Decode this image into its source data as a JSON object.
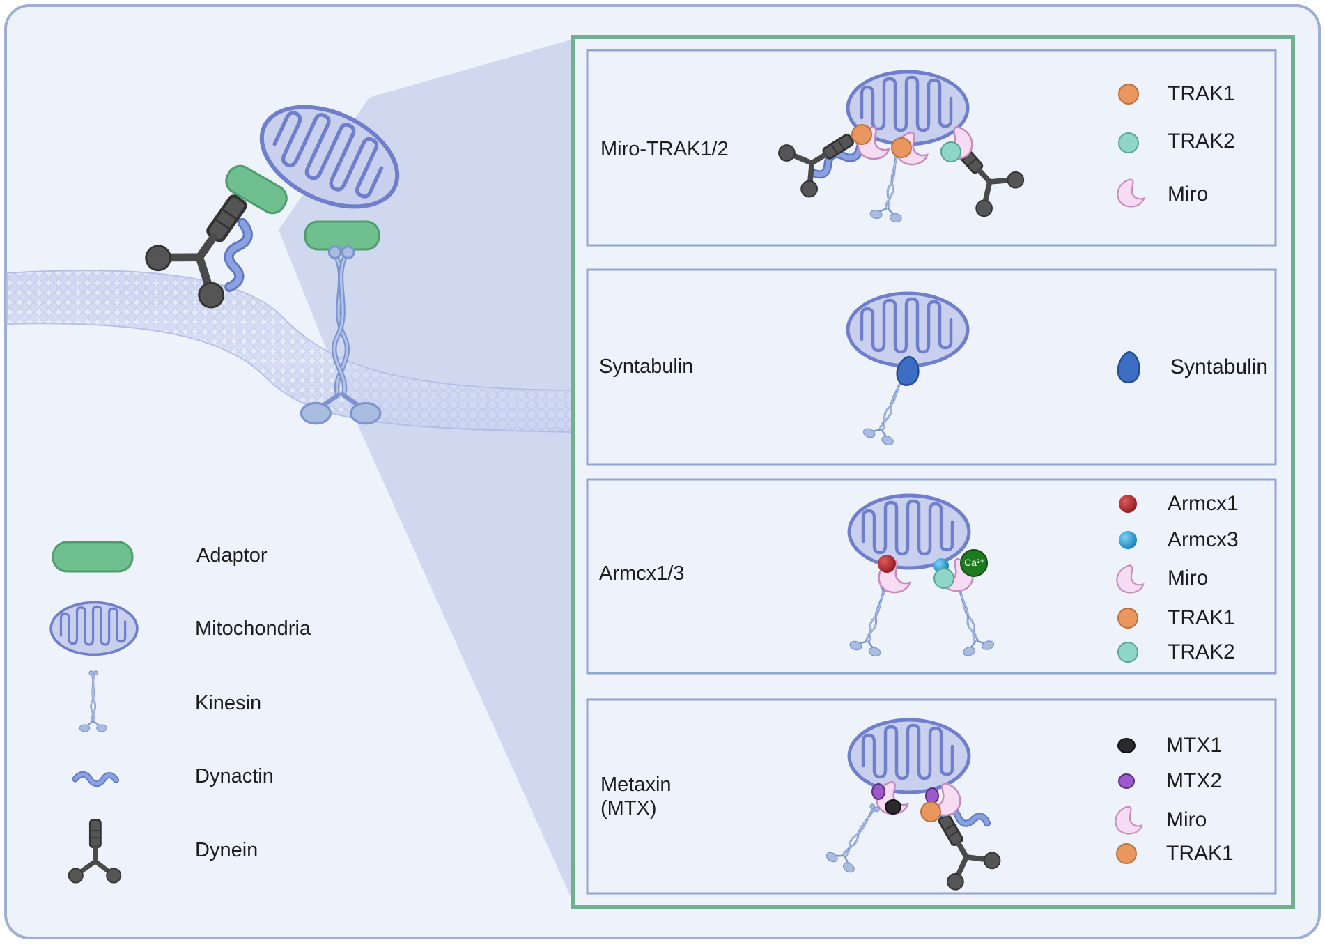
{
  "legend": {
    "adaptor": "Adaptor",
    "mitochondria": "Mitochondria",
    "kinesin": "Kinesin",
    "dynactin": "Dynactin",
    "dynein": "Dynein"
  },
  "panels": [
    {
      "title": "Miro-TRAK1/2",
      "keys": [
        {
          "label": "TRAK1",
          "color": "#e9975f"
        },
        {
          "label": "TRAK2",
          "color": "#8fd6c8"
        },
        {
          "label": "Miro",
          "color": "#f6d7f0"
        }
      ]
    },
    {
      "title": "Syntabulin",
      "keys": [
        {
          "label": "Syntabulin",
          "color": "#3c6fc4"
        }
      ]
    },
    {
      "title": "Armcx1/3",
      "keys": [
        {
          "label": "Armcx1",
          "color": "#a4252a"
        },
        {
          "label": "Armcx3",
          "color": "#1f9bd8"
        },
        {
          "label": "Miro",
          "color": "#f6d7f0"
        },
        {
          "label": "TRAK1",
          "color": "#e9975f"
        },
        {
          "label": "TRAK2",
          "color": "#8fd6c8"
        }
      ],
      "calcium_label": "Ca²⁺"
    },
    {
      "title_line1": "Metaxin",
      "title_line2": "(MTX)",
      "keys": [
        {
          "label": "MTX1",
          "color": "#2a2a2a"
        },
        {
          "label": "MTX2",
          "color": "#9b59c9"
        },
        {
          "label": "Miro",
          "color": "#f6d7f0"
        },
        {
          "label": "TRAK1",
          "color": "#e9975f"
        }
      ]
    }
  ],
  "colors": {
    "background": "#eef3fb",
    "outer_border": "#9cb0d6",
    "zoom_border": "#6fb08d",
    "panel_border": "#93a6cf",
    "mitochondria_fill": "#c8d0ee",
    "mitochondria_stroke": "#6f7fcc",
    "adaptor": "#6fc08e",
    "kinesin": "#a9bde0",
    "dynein": "#4a4a4a",
    "dynactin": "#7a92d6"
  }
}
